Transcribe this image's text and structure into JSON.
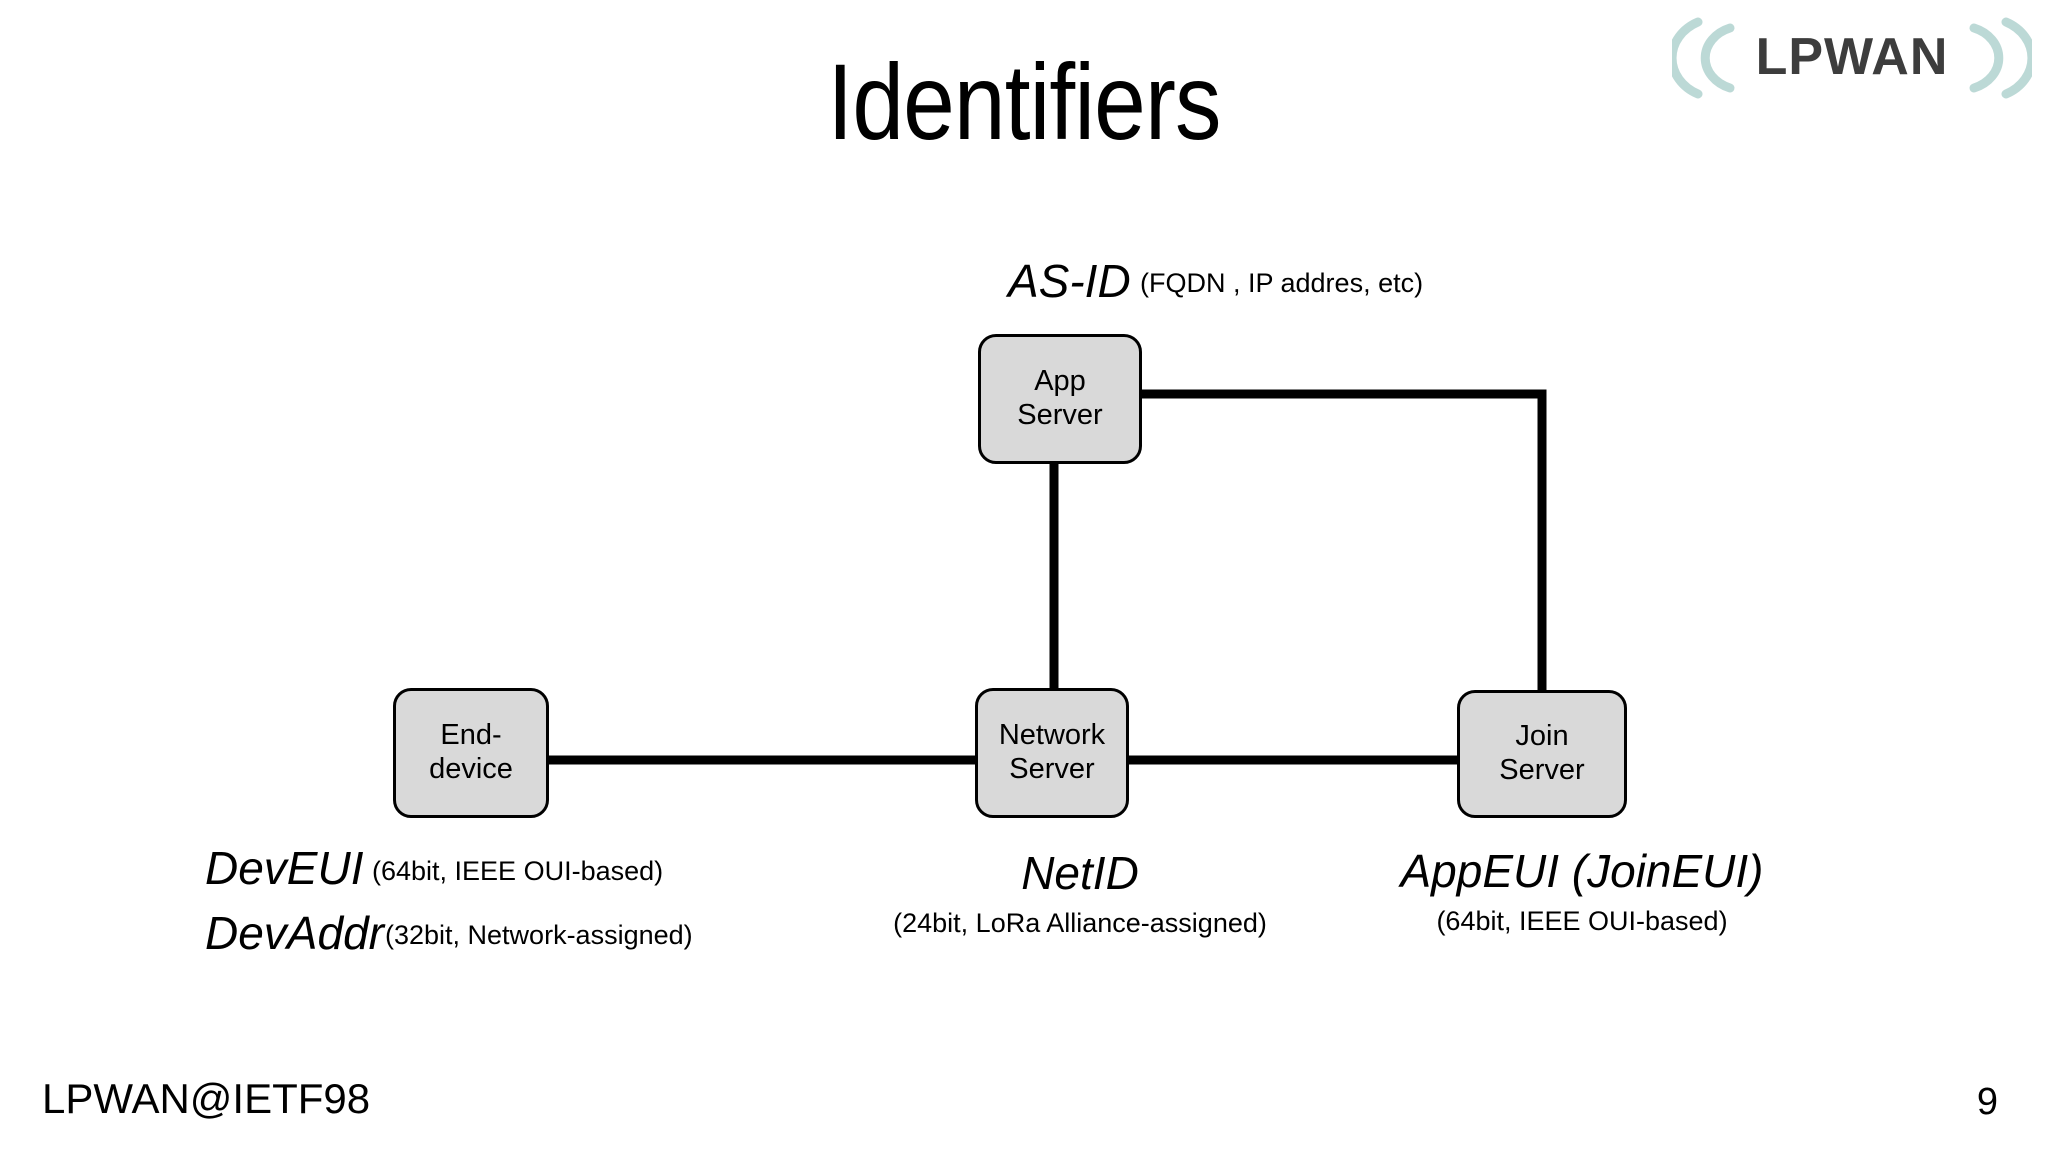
{
  "slide": {
    "title": "Identifiers",
    "page_number": "9",
    "footer": "LPWAN@IETF98",
    "background_color": "#ffffff"
  },
  "logo": {
    "text": "LPWAN",
    "arc_color": "#bcd9d6",
    "text_color": "#3d3d3d",
    "left_arcs": 2,
    "right_arcs": 2
  },
  "diagram": {
    "node_fill": "#d9d9d9",
    "node_stroke": "#000000",
    "link_color": "#000000",
    "nodes": [
      {
        "id": "app-server",
        "line1": "App",
        "line2": "Server"
      },
      {
        "id": "end-device",
        "line1": "End-",
        "line2": "device"
      },
      {
        "id": "network-server",
        "line1": "Network",
        "line2": "Server"
      },
      {
        "id": "join-server",
        "line1": "Join",
        "line2": "Server"
      }
    ],
    "links": [
      {
        "from": "app-server",
        "to": "network-server",
        "style": "vertical"
      },
      {
        "from": "end-device",
        "to": "network-server",
        "style": "horizontal"
      },
      {
        "from": "network-server",
        "to": "join-server",
        "style": "horizontal"
      },
      {
        "from": "app-server",
        "to": "join-server",
        "style": "elbow"
      }
    ]
  },
  "identifiers": {
    "as_id": {
      "name": "AS-ID",
      "note": "(FQDN , IP addres, etc)"
    },
    "dev_eui": {
      "name": "DevEUI",
      "note": "(64bit, IEEE OUI-based)"
    },
    "dev_addr": {
      "name": "DevAddr",
      "note": "(32bit, Network-assigned)"
    },
    "net_id": {
      "name": "NetID",
      "note": "(24bit, LoRa Alliance-assigned)"
    },
    "app_eui": {
      "name": "AppEUI (JoinEUI)",
      "note": "(64bit, IEEE OUI-based)"
    }
  }
}
